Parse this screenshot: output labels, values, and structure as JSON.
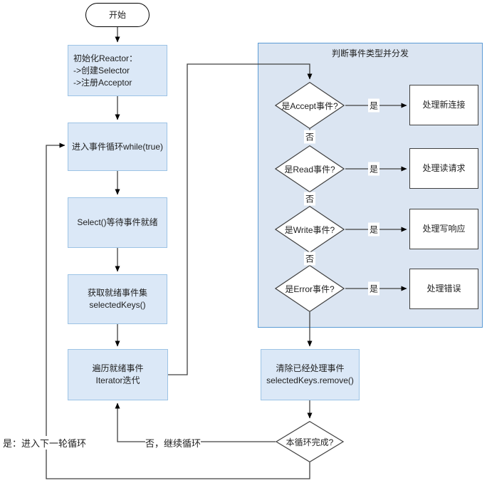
{
  "diagram": {
    "start": {
      "label": "开始"
    },
    "init_box": {
      "line1": "初始化Reactor：",
      "line2": "->创建Selector",
      "line3": "->注册Acceptor"
    },
    "event_loop_box": {
      "label": "进入事件循环while(true)"
    },
    "select_box": {
      "label": "Select()等待事件就绪"
    },
    "get_keys_box": {
      "line1": "获取就绪事件集",
      "line2": "selectedKeys()"
    },
    "iterate_box": {
      "line1": "遍历就绪事件",
      "line2": "Iterator迭代"
    },
    "dispatch_container": {
      "title": "判断事件类型并分发"
    },
    "accept_diamond": {
      "label": "是Accept事件?"
    },
    "read_diamond": {
      "label": "是Read事件?"
    },
    "write_diamond": {
      "label": "是Write事件?"
    },
    "error_diamond": {
      "label": "是Error事件?"
    },
    "handle_accept_box": {
      "label": "处理新连接"
    },
    "handle_read_box": {
      "label": "处理读请求"
    },
    "handle_write_box": {
      "label": "处理写响应"
    },
    "handle_error_box": {
      "label": "处理错误"
    },
    "clear_box": {
      "line1": "清除已经处理事件",
      "line2": "selectedKeys.remove()"
    },
    "done_diamond": {
      "label": "本循环完成?"
    },
    "edge_labels": {
      "yes": "是",
      "no": "否",
      "no_continue": "否，继续循环",
      "yes_next_round": "是：进入下一轮循环"
    },
    "colors": {
      "process_fill": "#dbe8f7",
      "process_border": "#9cc3e5",
      "container_fill": "#dbe5f2",
      "container_border": "#5b9bd5",
      "shape_border": "#404040",
      "connector": "#404040",
      "arrowhead": "#000000"
    }
  }
}
